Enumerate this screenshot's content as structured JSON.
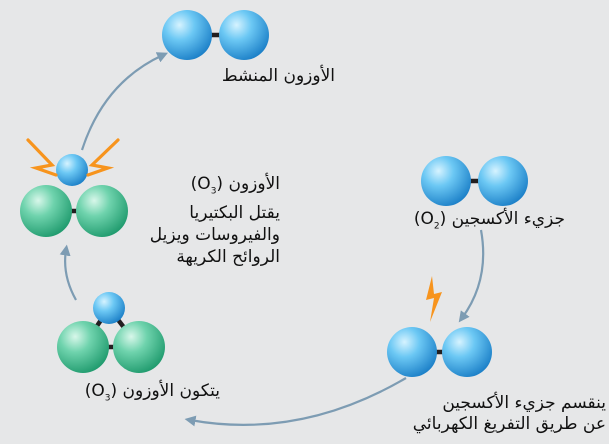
{
  "colors": {
    "background": "#e6e7e8",
    "oxygen_atom": "#3fa9e8",
    "ozone_base_atom": "#3dbb8f",
    "bond": "#231f20",
    "arrow": "#7d9cb3",
    "spark": "#f7941d"
  },
  "labels": {
    "active_ozone": "الأوزون المنشط",
    "oxygen_molecule": {
      "text": "جزيء الأكسجين (O",
      "subscript": "2",
      "close": ")"
    },
    "split_oxygen": {
      "line1": "ينقسم جزيء الأكسجين",
      "line2": "عن طريق التفريغ الكهربائي"
    },
    "ozone_forms": {
      "text": "يتكون الأوزون (O",
      "subscript": "3",
      "close": ")"
    },
    "ozone_effects": {
      "line1_text": "الأوزون (O",
      "line1_subscript": "3",
      "line1_close": ")",
      "line2": "يقتل البكتيريا",
      "line3": "والفيروسات ويزيل",
      "line4": "الروائح الكريهة"
    }
  },
  "icons": {
    "spark": "lightning-bolt-icon",
    "reaction_burst": "burst-lines-icon"
  }
}
